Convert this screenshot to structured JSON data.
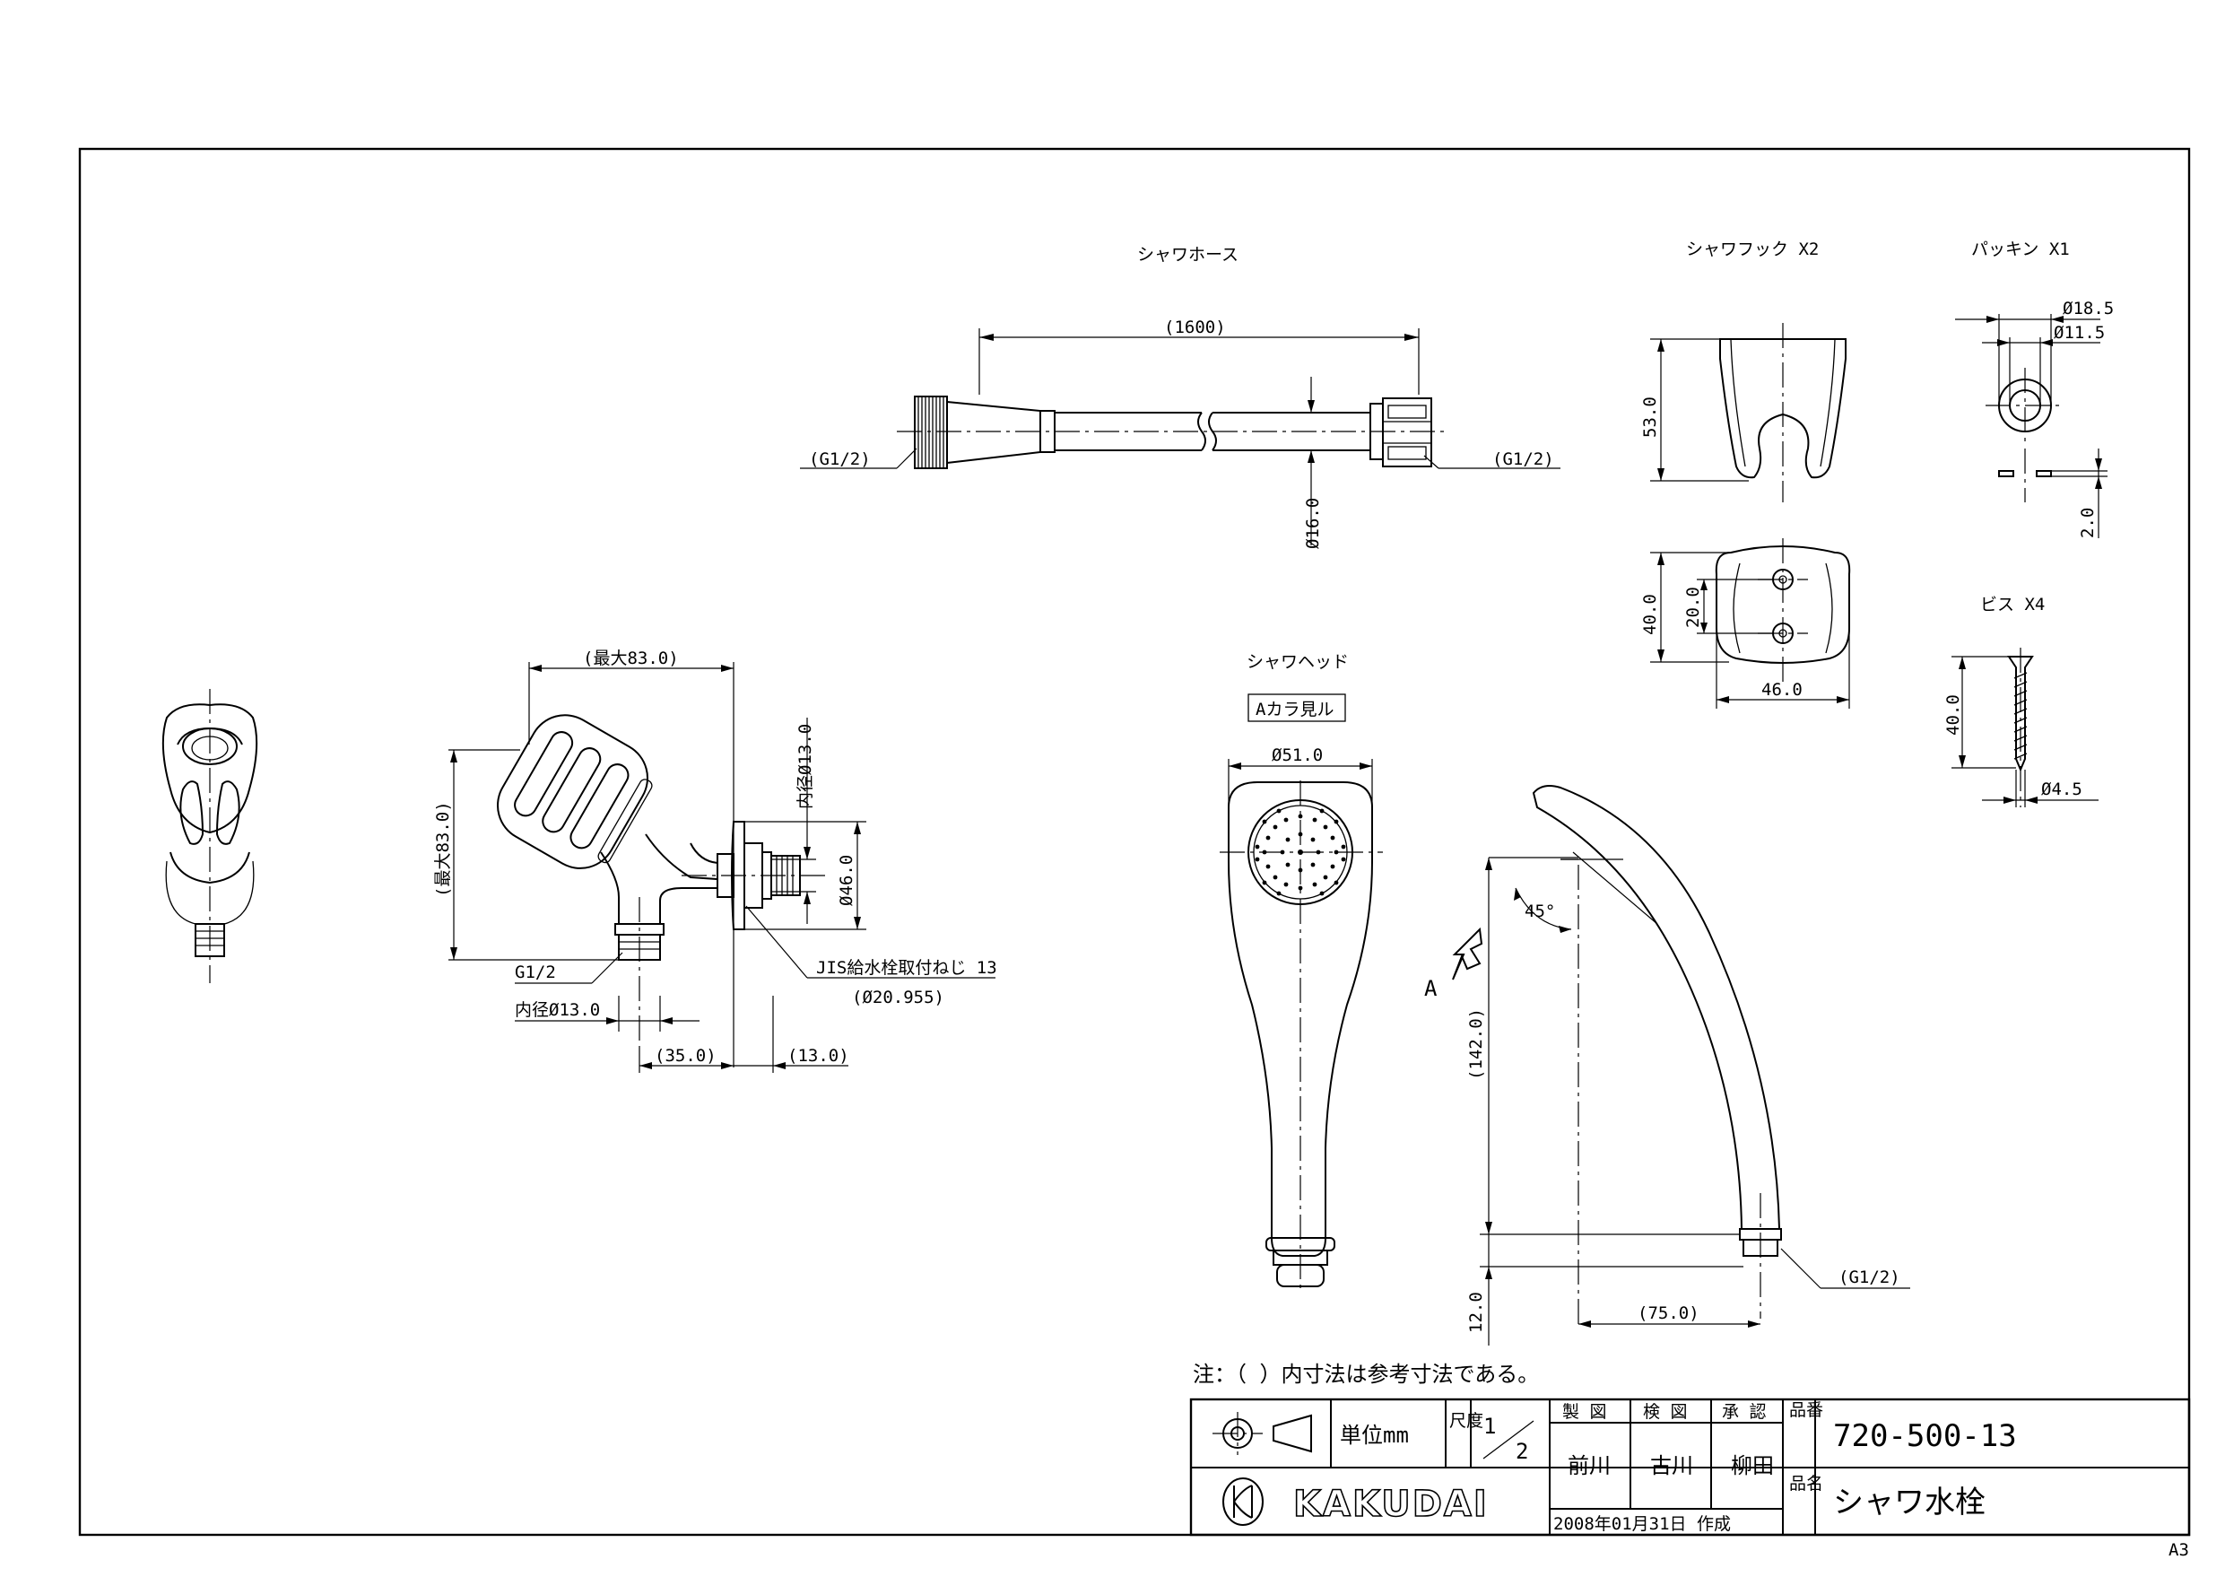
{
  "titles": {
    "hose": "シャワホース",
    "hook": "シャワフック X2",
    "packing": "パッキン X1",
    "screw": "ビス X4",
    "head": "シャワヘッド",
    "view_a": "Aカラ見ル"
  },
  "dims": {
    "hose_len": "(1600)",
    "hose_g_left": "(G1/2)",
    "hose_g_right": "(G1/2)",
    "hose_dia": "Ø16.0",
    "hook_h": "53.0",
    "hook_base_h": "40.0",
    "hook_hole": "20.0",
    "hook_w": "46.0",
    "pk_od": "Ø18.5",
    "pk_id": "Ø11.5",
    "pk_t": "2.0",
    "screw_len": "40.0",
    "screw_dia": "Ø4.5",
    "valve_w": "(最大83.0)",
    "valve_h": "(最大83.0)",
    "inner13_top": "内径Ø13.0",
    "d46": "Ø46.0",
    "g12": "G1/2",
    "inner13_bot": "内径Ø13.0",
    "jis": "JIS給水栓取付ねじ 13",
    "jis_sub": "(Ø20.955)",
    "d35": "(35.0)",
    "d13": "(13.0)",
    "head_d": "Ø51.0",
    "angle": "45°",
    "view_letter": "A",
    "head_len": "(142.0)",
    "head_12": "12.0",
    "head_75": "(75.0)",
    "head_g": "(G1/2)"
  },
  "note": "注：（ ）内寸法は参考寸法である。",
  "title_block": {
    "unit_label": "単位mm",
    "scale_label": "尺度",
    "scale_num": "1",
    "scale_den": "2",
    "drawn_label": "製 図",
    "checked_label": "検 図",
    "approved_label": "承 認",
    "drawn_by": "前川",
    "checked_by": "古川",
    "approved_by": "柳田",
    "part_no_label": "品番",
    "part_no": "720-500-13",
    "part_name_label": "品名",
    "part_name": "シャワ水栓",
    "date": "2008年01月31日 作成",
    "logo_text": "KAKUDAI"
  },
  "sheet_size": "A3"
}
